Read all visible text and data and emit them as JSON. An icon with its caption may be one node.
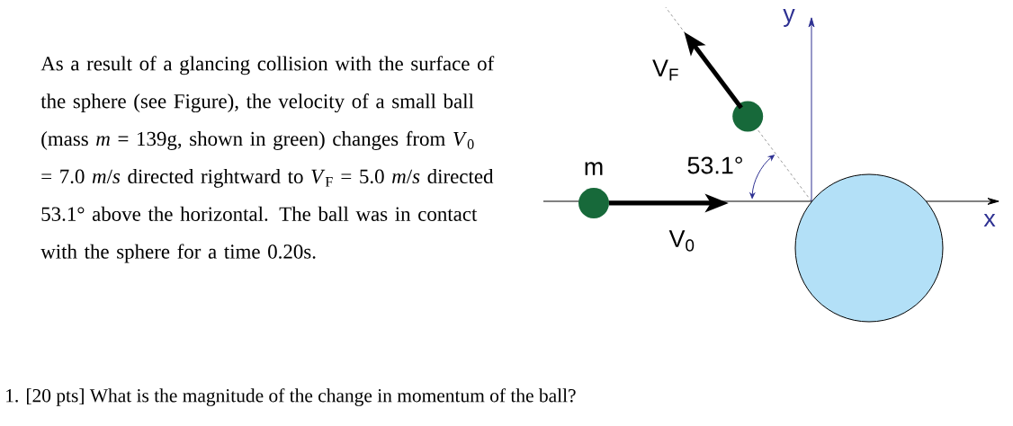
{
  "diagram": {
    "nodes": [
      {
        "text": [],
        "shape": "circle",
        "beside": [
          "m"
        ]
      },
      {
        "text": [],
        "shape": "circle"
      },
      {
        "text": [],
        "shape": "circle"
      }
    ],
    "labels": [
      "As a result of a glancing collision with the surface of the sphere (see Figure), the velocity of a small ball (mass *m* = 139g, shown in green) changes from *V*$_{0}$ = 7.0 *m*/*s* directed rightward to *V*$_{F}$ = 5.0 *m*/*s* directed 53.1° above the horizontal. The ball was in contact with the sphere for a time 0.20s.",
      "y",
      "V$_{F}$",
      "53.1°",
      "x",
      "V$_{0}$",
      "1.  [20 pts] What is the magnitude of the change in momentum of the ball?"
    ]
  }
}
